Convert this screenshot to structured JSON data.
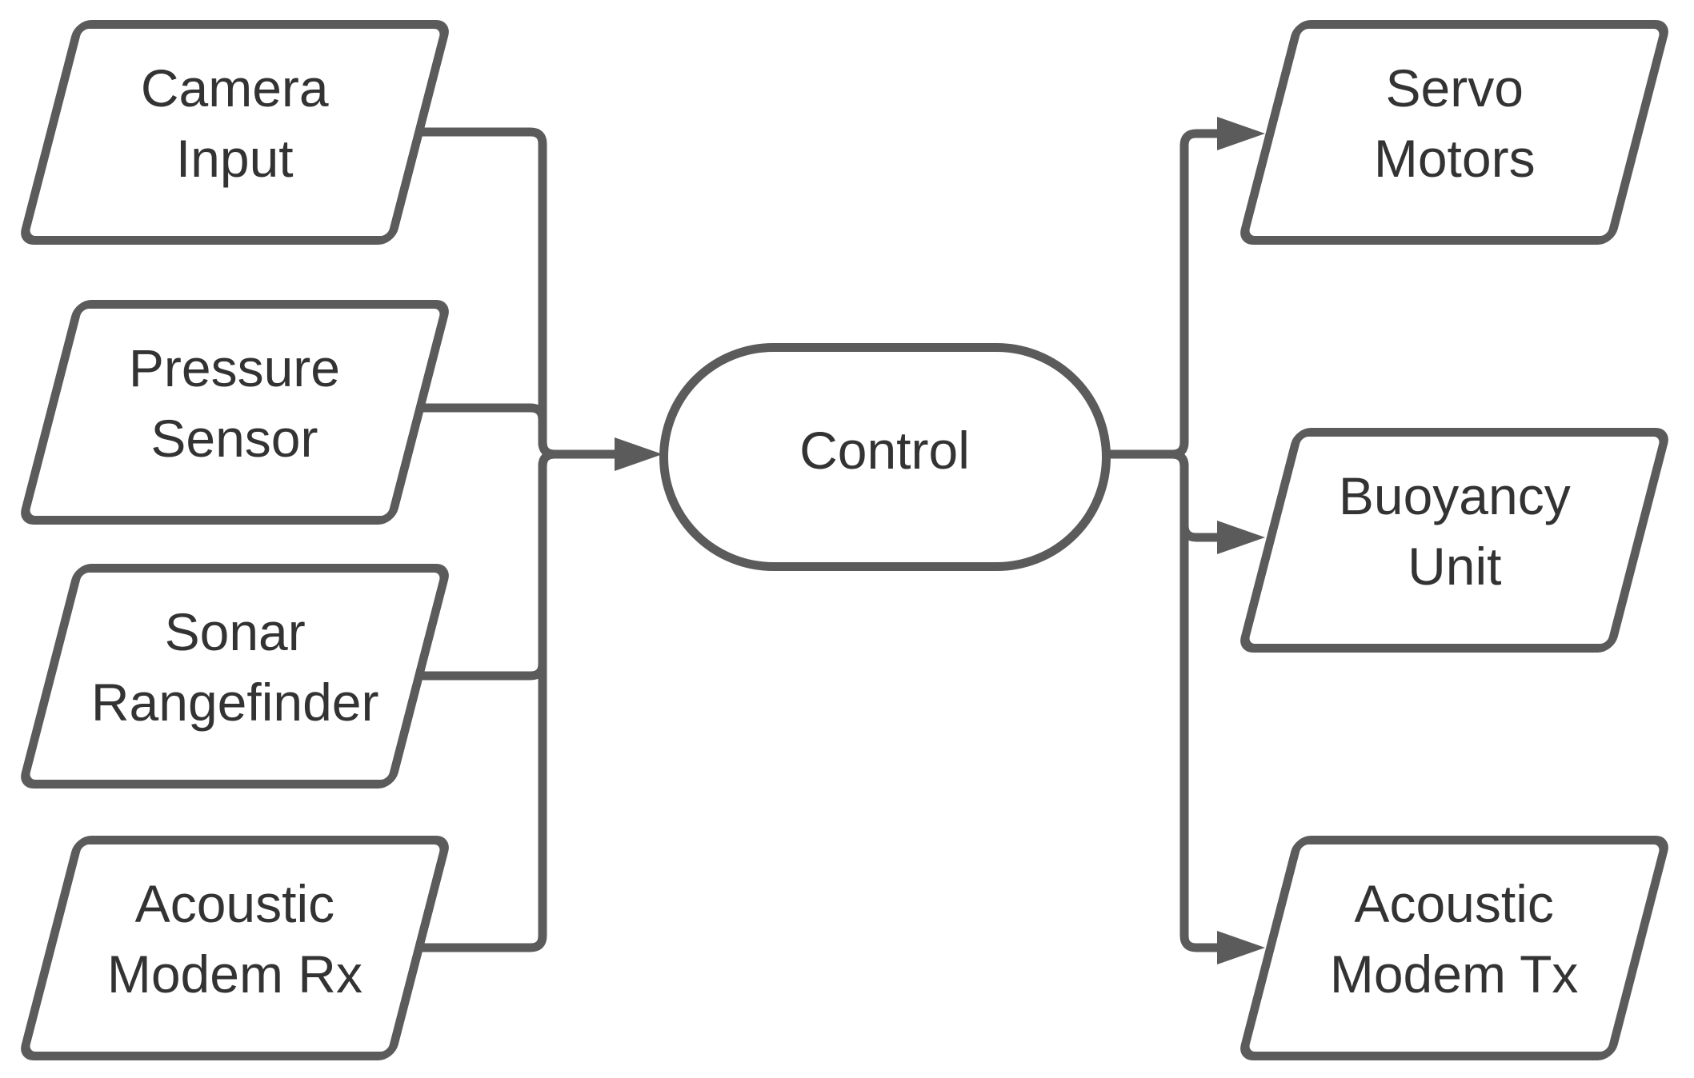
{
  "diagram": {
    "type": "flowchart",
    "direction": "left-to-right",
    "colors": {
      "background": "#ffffff",
      "node_fill": "#ffffff",
      "stroke": "#5b5b5b",
      "text": "#333333"
    },
    "nodes": {
      "inputs": [
        {
          "id": "camera-input",
          "label": "Camera\nInput",
          "shape": "parallelogram"
        },
        {
          "id": "pressure-sensor",
          "label": "Pressure\nSensor",
          "shape": "parallelogram"
        },
        {
          "id": "sonar-rangefinder",
          "label": "Sonar\nRangefinder",
          "shape": "parallelogram"
        },
        {
          "id": "acoustic-modem-rx",
          "label": "Acoustic\nModem Rx",
          "shape": "parallelogram"
        }
      ],
      "process": {
        "id": "control",
        "label": "Control",
        "shape": "stadium"
      },
      "outputs": [
        {
          "id": "servo-motors",
          "label": "Servo\nMotors",
          "shape": "parallelogram"
        },
        {
          "id": "buoyancy-unit",
          "label": "Buoyancy\nUnit",
          "shape": "parallelogram"
        },
        {
          "id": "acoustic-modem-tx",
          "label": "Acoustic\nModem Tx",
          "shape": "parallelogram"
        }
      ]
    },
    "edges": [
      {
        "from": "camera-input",
        "to": "control"
      },
      {
        "from": "pressure-sensor",
        "to": "control"
      },
      {
        "from": "sonar-rangefinder",
        "to": "control"
      },
      {
        "from": "acoustic-modem-rx",
        "to": "control"
      },
      {
        "from": "control",
        "to": "servo-motors"
      },
      {
        "from": "control",
        "to": "buoyancy-unit"
      },
      {
        "from": "control",
        "to": "acoustic-modem-tx"
      }
    ]
  }
}
